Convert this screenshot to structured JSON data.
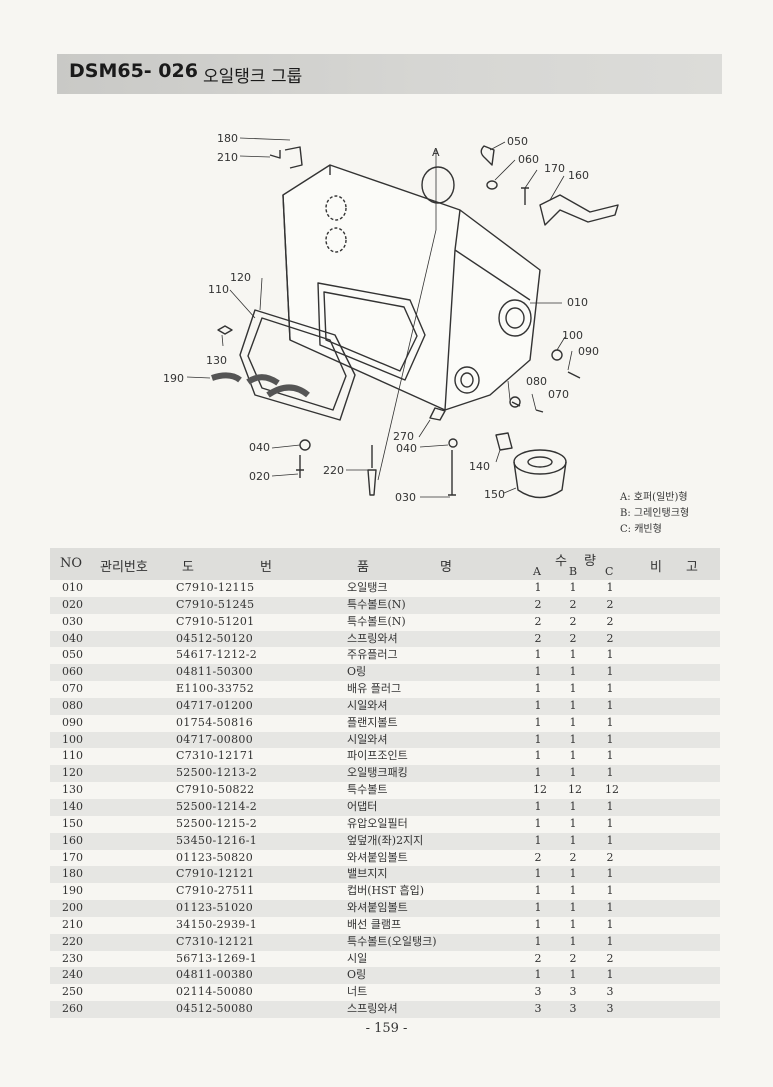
{
  "header": {
    "code": "DSM65- 026",
    "title": "오일탱크 그룹"
  },
  "callouts": [
    "180",
    "210",
    "050",
    "060",
    "170",
    "160",
    "A",
    "120",
    "110",
    "010",
    "100",
    "090",
    "130",
    "190",
    "080",
    "070",
    "270",
    "040",
    "040",
    "020",
    "220",
    "140",
    "030",
    "150"
  ],
  "legend": [
    "A: 호퍼(일반)형",
    "B: 그레인탱크형",
    "C: 캐빈형"
  ],
  "table": {
    "headers": {
      "no": "NO",
      "mgmt": "관리번호",
      "do": "도",
      "beon": "번",
      "pum": "품",
      "myeong": "명",
      "su": "수",
      "ryang": "량",
      "a": "A",
      "b": "B",
      "c": "C",
      "bi": "비",
      "go": "고"
    },
    "rows": [
      {
        "no": "010",
        "part": "C7910-12115",
        "name": "오일탱크",
        "a": "1",
        "b": "1",
        "c": "1"
      },
      {
        "no": "020",
        "part": "C7910-51245",
        "name": "특수볼트(N)",
        "a": "2",
        "b": "2",
        "c": "2"
      },
      {
        "no": "030",
        "part": "C7910-51201",
        "name": "특수볼트(N)",
        "a": "2",
        "b": "2",
        "c": "2"
      },
      {
        "no": "040",
        "part": "04512-50120",
        "name": "스프링와셔",
        "a": "2",
        "b": "2",
        "c": "2"
      },
      {
        "no": "050",
        "part": "54617-1212-2",
        "name": "주유플러그",
        "a": "1",
        "b": "1",
        "c": "1"
      },
      {
        "no": "060",
        "part": "04811-50300",
        "name": "O링",
        "a": "1",
        "b": "1",
        "c": "1"
      },
      {
        "no": "070",
        "part": "E1100-33752",
        "name": "배유 플러그",
        "a": "1",
        "b": "1",
        "c": "1"
      },
      {
        "no": "080",
        "part": "04717-01200",
        "name": "시일와셔",
        "a": "1",
        "b": "1",
        "c": "1"
      },
      {
        "no": "090",
        "part": "01754-50816",
        "name": "플랜지볼트",
        "a": "1",
        "b": "1",
        "c": "1"
      },
      {
        "no": "100",
        "part": "04717-00800",
        "name": "시일와셔",
        "a": "1",
        "b": "1",
        "c": "1"
      },
      {
        "no": "110",
        "part": "C7310-12171",
        "name": "파이프조인트",
        "a": "1",
        "b": "1",
        "c": "1"
      },
      {
        "no": "120",
        "part": "52500-1213-2",
        "name": "오일탱크패킹",
        "a": "1",
        "b": "1",
        "c": "1"
      },
      {
        "no": "130",
        "part": "C7910-50822",
        "name": "특수볼트",
        "a": "12",
        "b": "12",
        "c": "12"
      },
      {
        "no": "140",
        "part": "52500-1214-2",
        "name": "어댑터",
        "a": "1",
        "b": "1",
        "c": "1"
      },
      {
        "no": "150",
        "part": "52500-1215-2",
        "name": "유압오일필터",
        "a": "1",
        "b": "1",
        "c": "1"
      },
      {
        "no": "160",
        "part": "53450-1216-1",
        "name": "엎덮개(좌)2지지",
        "a": "1",
        "b": "1",
        "c": "1"
      },
      {
        "no": "170",
        "part": "01123-50820",
        "name": "와셔붙임볼트",
        "a": "2",
        "b": "2",
        "c": "2"
      },
      {
        "no": "180",
        "part": "C7910-12121",
        "name": "밸브지지",
        "a": "1",
        "b": "1",
        "c": "1"
      },
      {
        "no": "190",
        "part": "C7910-27511",
        "name": "컵버(HST 흡입)",
        "a": "1",
        "b": "1",
        "c": "1"
      },
      {
        "no": "200",
        "part": "01123-51020",
        "name": "와셔붙임볼트",
        "a": "1",
        "b": "1",
        "c": "1"
      },
      {
        "no": "210",
        "part": "34150-2939-1",
        "name": "배선 클램프",
        "a": "1",
        "b": "1",
        "c": "1"
      },
      {
        "no": "220",
        "part": "C7310-12121",
        "name": "특수볼트(오일탱크)",
        "a": "1",
        "b": "1",
        "c": "1"
      },
      {
        "no": "230",
        "part": "56713-1269-1",
        "name": "시일",
        "a": "2",
        "b": "2",
        "c": "2"
      },
      {
        "no": "240",
        "part": "04811-00380",
        "name": "O링",
        "a": "1",
        "b": "1",
        "c": "1"
      },
      {
        "no": "250",
        "part": "02114-50080",
        "name": "너트",
        "a": "3",
        "b": "3",
        "c": "3"
      },
      {
        "no": "260",
        "part": "04512-50080",
        "name": "스프링와셔",
        "a": "3",
        "b": "3",
        "c": "3"
      }
    ]
  },
  "page_number": "- 159 -"
}
